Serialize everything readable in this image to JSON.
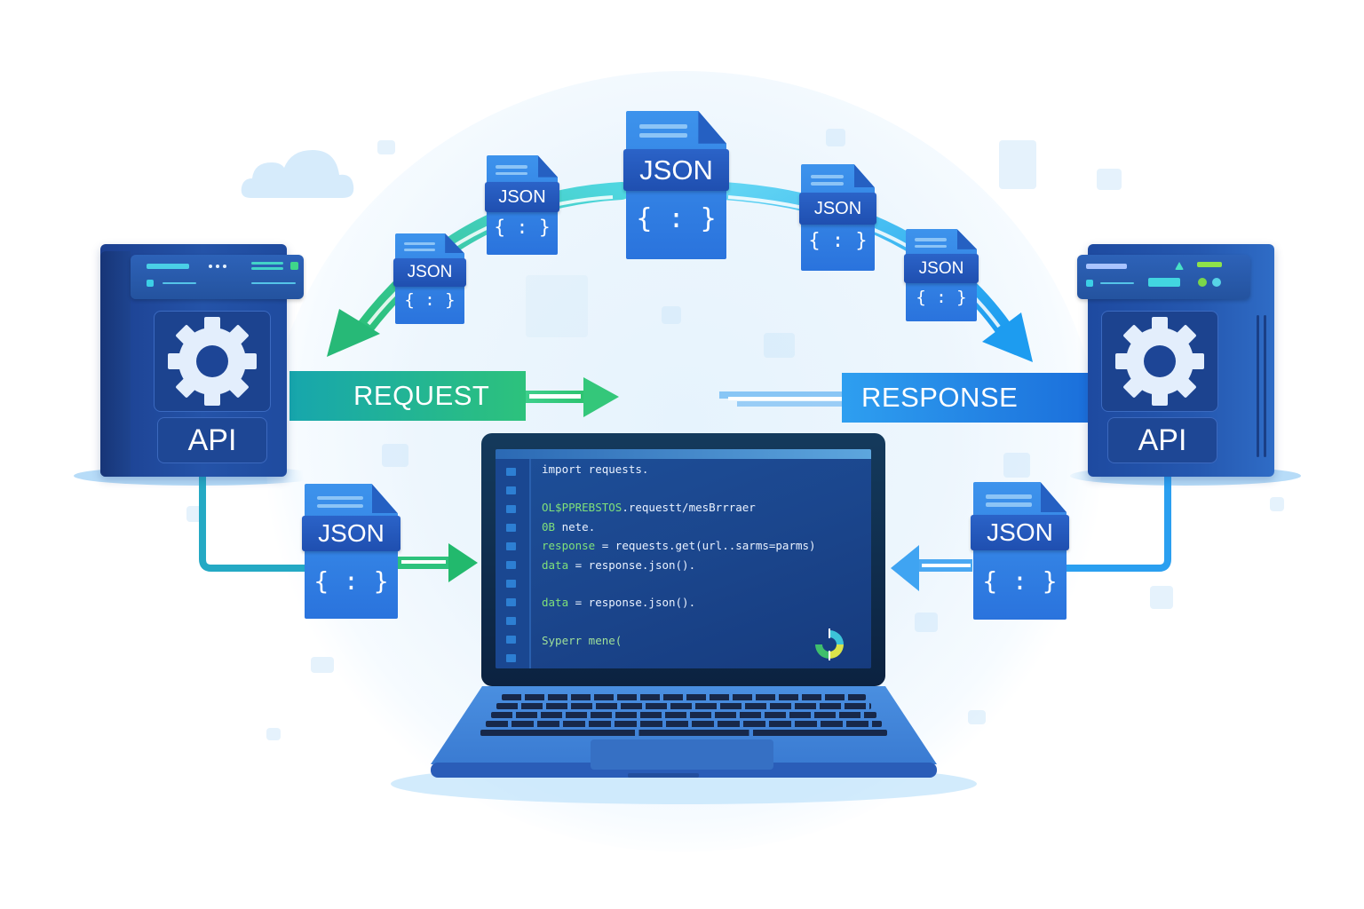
{
  "diagram": {
    "title": "API request/response JSON data flow",
    "left_server": {
      "label": "API",
      "icon": "gear-icon"
    },
    "right_server": {
      "label": "API",
      "icon": "gear-icon"
    },
    "request_label": "REQUEST",
    "response_label": "RESPONSE",
    "json_docs": [
      {
        "id": "top-center",
        "label": "JSON",
        "glyph": "{ : }"
      },
      {
        "id": "top-left-1",
        "label": "JSON",
        "glyph": "{ : }"
      },
      {
        "id": "top-left-2",
        "label": "JSON",
        "glyph": "{ : }"
      },
      {
        "id": "top-right-1",
        "label": "JSON",
        "glyph": "{ : }"
      },
      {
        "id": "top-right-2",
        "label": "JSON",
        "glyph": "{ : }"
      },
      {
        "id": "bottom-left",
        "label": "JSON",
        "glyph": "{ : }"
      },
      {
        "id": "bottom-right",
        "label": "JSON",
        "glyph": "{ : }"
      }
    ],
    "laptop": {
      "code_lines": [
        {
          "kw": "",
          "text": "import requests."
        },
        {
          "kw": "",
          "text": ""
        },
        {
          "kw": "OL$PPREBSTOS",
          "text": ".requestt/mesBrrraer"
        },
        {
          "kw": "0B",
          "text": " nete."
        },
        {
          "kw": "response",
          "text": " = requests.get(url..sarms=parms)"
        },
        {
          "kw": "data",
          "text": " = response.json()."
        },
        {
          "kw": "",
          "text": ""
        },
        {
          "kw": "data",
          "text": " = response.json()."
        },
        {
          "kw": "",
          "text": ""
        },
        {
          "kw": "",
          "text": "Syperr mene("
        }
      ],
      "loading_icon": "spinner-icon"
    },
    "colors": {
      "request_start": "#17a6ad",
      "request_end": "#2dc27c",
      "response_start": "#2e9ff0",
      "response_end": "#1b6fdb",
      "server": "#2453a8",
      "json_doc": "#2a73dd"
    }
  }
}
